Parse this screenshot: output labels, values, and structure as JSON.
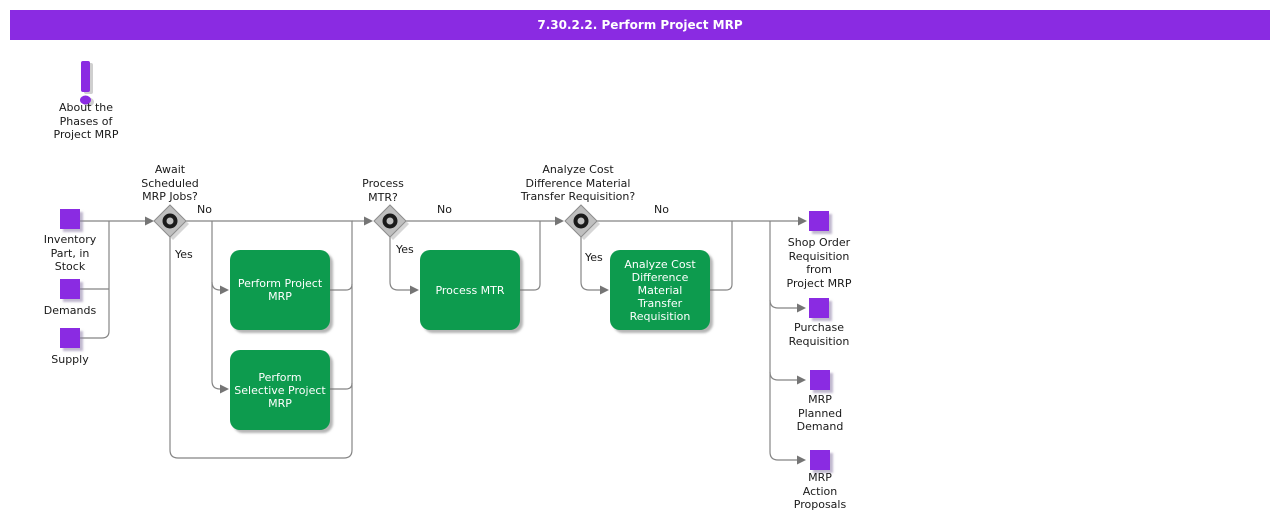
{
  "header": {
    "title": "7.30.2.2. Perform Project MRP"
  },
  "about_note": {
    "label": "About the\nPhases of\nProject MRP"
  },
  "inputs": [
    {
      "label": "Inventory\nPart, in\nStock"
    },
    {
      "label": "Demands"
    },
    {
      "label": "Supply"
    }
  ],
  "decisions": [
    {
      "label": "Await\nScheduled\nMRP Jobs?",
      "no": "No",
      "yes": "Yes"
    },
    {
      "label": "Process\nMTR?",
      "no": "No",
      "yes": "Yes"
    },
    {
      "label": "Analyze Cost\nDifference Material\nTransfer Requisition?",
      "no": "No",
      "yes": "Yes"
    }
  ],
  "activities": [
    {
      "label": "Perform Project\nMRP"
    },
    {
      "label": "Perform\nSelective Project\nMRP"
    },
    {
      "label": "Process MTR"
    },
    {
      "label": "Analyze Cost\nDifference\nMaterial\nTransfer\nRequisition"
    }
  ],
  "outputs": [
    {
      "label": "Shop Order\nRequisition\nfrom\nProject MRP"
    },
    {
      "label": "Purchase\nRequisition"
    },
    {
      "label": "MRP\nPlanned\nDemand"
    },
    {
      "label": "MRP\nAction\nProposals"
    }
  ],
  "colors": {
    "accent_purple": "#8A2BE2",
    "activity_green": "#0D9B4E",
    "line_gray": "#808080",
    "gateway_gray": "#BFBFBF"
  }
}
